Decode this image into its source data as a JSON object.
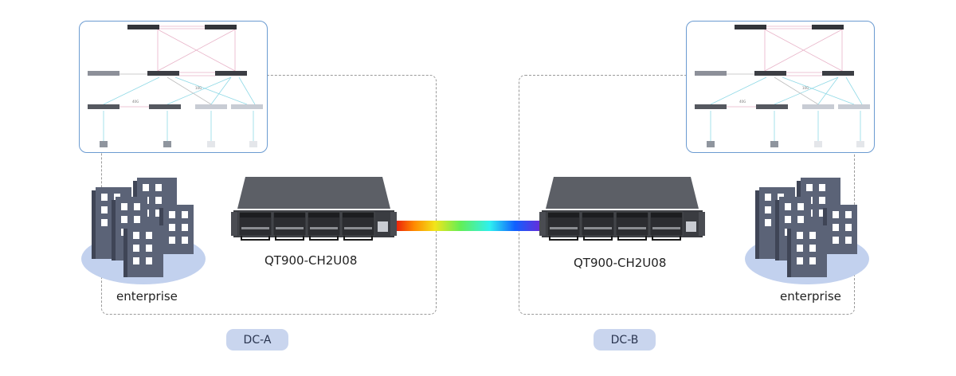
{
  "sites": [
    {
      "dc_label": "DC-A",
      "device_model": "QT900-CH2U08",
      "customer_label": "enterprise"
    },
    {
      "dc_label": "DC-B",
      "device_model": "QT900-CH2U08",
      "customer_label": "enterprise"
    }
  ],
  "inset_topology": {
    "link_labels": [
      "40G",
      "10G"
    ]
  },
  "colors": {
    "pill_bg": "#c9d5ee",
    "building": "#5b6377",
    "building_base": "#c2d1ee",
    "inset_border": "#6b9bd1",
    "cable_gradient": [
      "#e8120c",
      "#ff8a00",
      "#f2e51a",
      "#63ef55",
      "#2ef0f0",
      "#1060ff",
      "#6b2ad8"
    ]
  }
}
